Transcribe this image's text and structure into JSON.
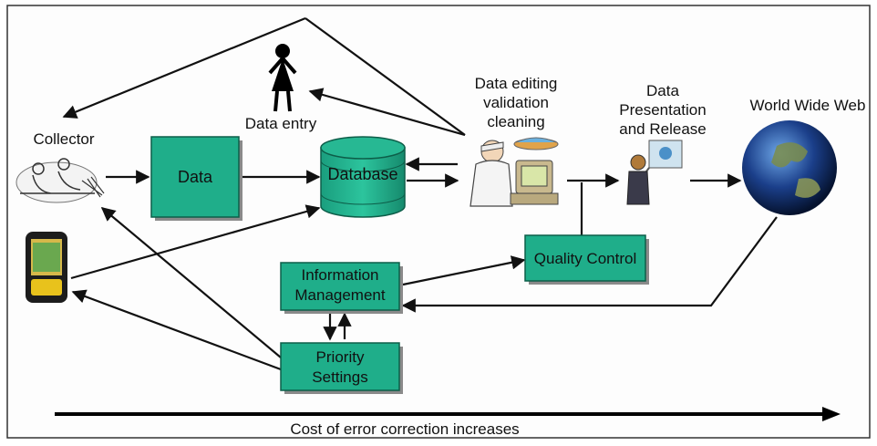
{
  "labels": {
    "collector": "Collector",
    "data_entry": "Data entry",
    "data": "Data",
    "database": "Database",
    "data_editing": [
      "Data editing",
      "validation",
      "cleaning"
    ],
    "presentation": [
      "Data",
      "Presentation",
      "and Release"
    ],
    "www": "World Wide Web",
    "quality_control": "Quality Control",
    "info_management": [
      "Information",
      "Management"
    ],
    "priority": [
      "Priority",
      "Settings"
    ],
    "cost": "Cost of error correction increases"
  },
  "colors": {
    "box_fill": "#1fae8a",
    "box_stroke": "#0d5e49",
    "frame": "#333333",
    "globe": "#1b3f8a"
  },
  "icons": [
    "person-icon",
    "collector-illustration",
    "gps-device-icon",
    "scientist-at-computer-illustration",
    "presenter-illustration",
    "globe-icon"
  ]
}
